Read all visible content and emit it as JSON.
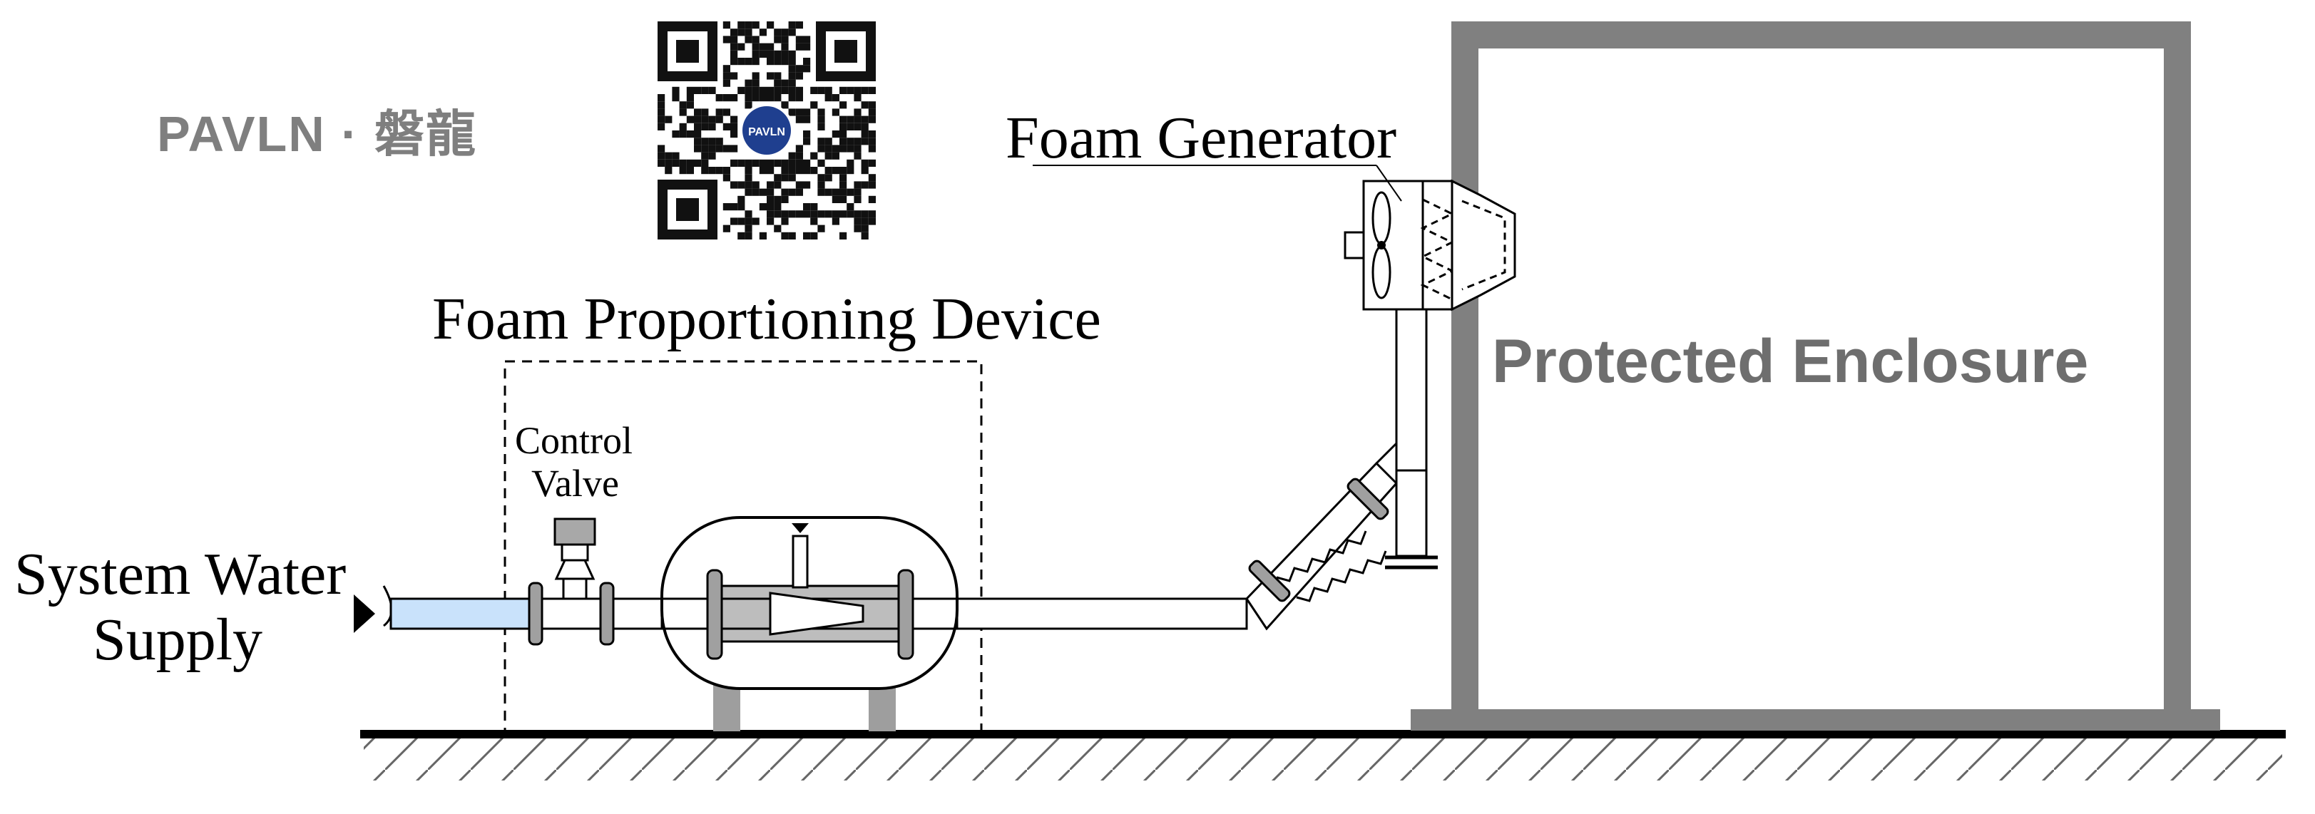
{
  "brand": {
    "text": "PAVLN · 磐龍",
    "qr_badge": "PAVLN"
  },
  "labels": {
    "foam_generator": "Foam Generator",
    "proportioning_device": "Foam Proportioning Device",
    "control_valve_line1": "Control",
    "control_valve_line2": "Valve",
    "water_supply_line1": "System Water",
    "water_supply_line2": "Supply",
    "enclosure": "Protected Enclosure"
  },
  "colors": {
    "pipe_water": "#c9e2fb",
    "enclosure": "#808080",
    "flange": "#a0a0a0",
    "support": "#9e9e9e"
  },
  "icons": [
    "qr-code-icon",
    "arrow-right-icon",
    "fan-icon"
  ]
}
